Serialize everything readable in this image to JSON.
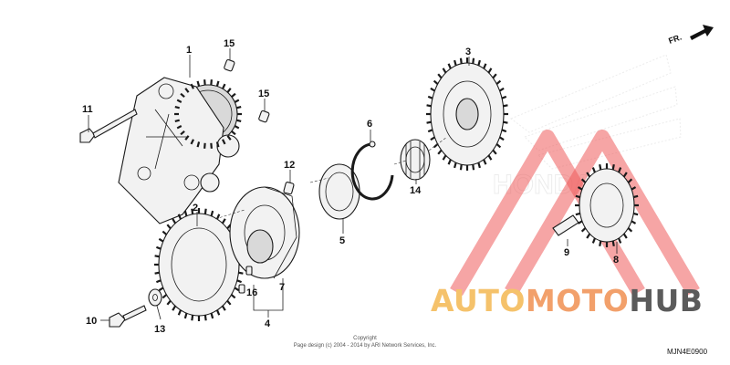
{
  "diagram": {
    "drawing_code": "MJN4E0900",
    "copyright_line1": "Copyright",
    "copyright_line2": "Page design (c) 2004 - 2014 by ARI Network Services, Inc.",
    "direction_label": "FR.",
    "callouts": [
      "1",
      "2",
      "3",
      "4",
      "5",
      "6",
      "7",
      "8",
      "9",
      "10",
      "11",
      "12",
      "13",
      "14",
      "15",
      "15",
      "16"
    ]
  },
  "watermark": {
    "part1": "AUTO",
    "part2": "MOTO",
    "part3": "HUB",
    "colors": {
      "auto": "#f5c26b",
      "moto": "#f2a06b",
      "hub": "#5b5b5b",
      "triangle": "#ef5b5b"
    },
    "brand_text": "HONDA"
  }
}
